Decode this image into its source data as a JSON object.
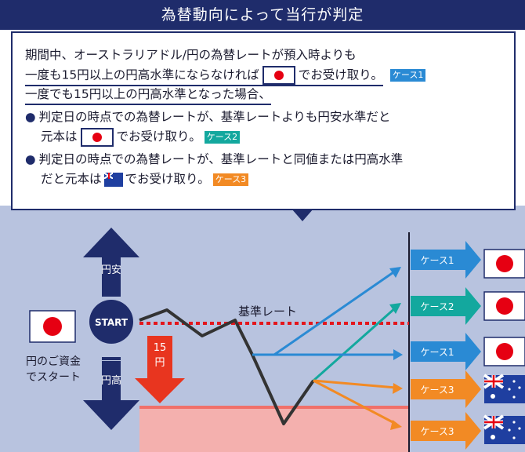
{
  "header": {
    "title": "為替動向によって当行が判定"
  },
  "rules": {
    "line1": "期間中、オーストラリアドル/円の為替レートが預入時よりも",
    "line2_text": "一度も15円以上の円高水準にならなければ",
    "line2_suffix": "でお受け取り。",
    "line2_case": "ケース1",
    "line3": "一度でも15円以上の円高水準となった場合、",
    "bullet1_a": "判定日の時点での為替レートが、基準レートよりも円安水準だと",
    "bullet1_b_prefix": "元本は",
    "bullet1_b_suffix": "でお受け取り。",
    "bullet1_case": "ケース2",
    "bullet2_a": "判定日の時点での為替レートが、基準レートと同値または円高水準",
    "bullet2_b_prefix": "だと元本は",
    "bullet2_b_suffix": "でお受け取り。",
    "bullet2_case": "ケース3"
  },
  "diagram": {
    "yen_weak_label": "円安",
    "yen_strong_label": "円高",
    "start_label": "START",
    "base_rate_label": "基準レート",
    "drop_label_num": "15",
    "drop_label_unit": "円",
    "start_caption_line1": "円のご資金",
    "start_caption_line2": "でスタート",
    "outcomes": [
      {
        "case": "ケース1",
        "currency": "JPY"
      },
      {
        "case": "ケース2",
        "currency": "JPY"
      },
      {
        "case": "ケース1",
        "currency": "JPY"
      },
      {
        "case": "ケース3",
        "currency": "AUD"
      },
      {
        "case": "ケース3",
        "currency": "AUD"
      }
    ]
  },
  "colors": {
    "navy": "#1f2c6b",
    "panel_bg": "#b8c3df",
    "red": "#e60012",
    "blue_case": "#2a8ad4",
    "teal_case": "#13a89e",
    "orange_case": "#f28a24",
    "pink_zone": "#f4a6a6",
    "drop_arrow": "#e8351f"
  }
}
